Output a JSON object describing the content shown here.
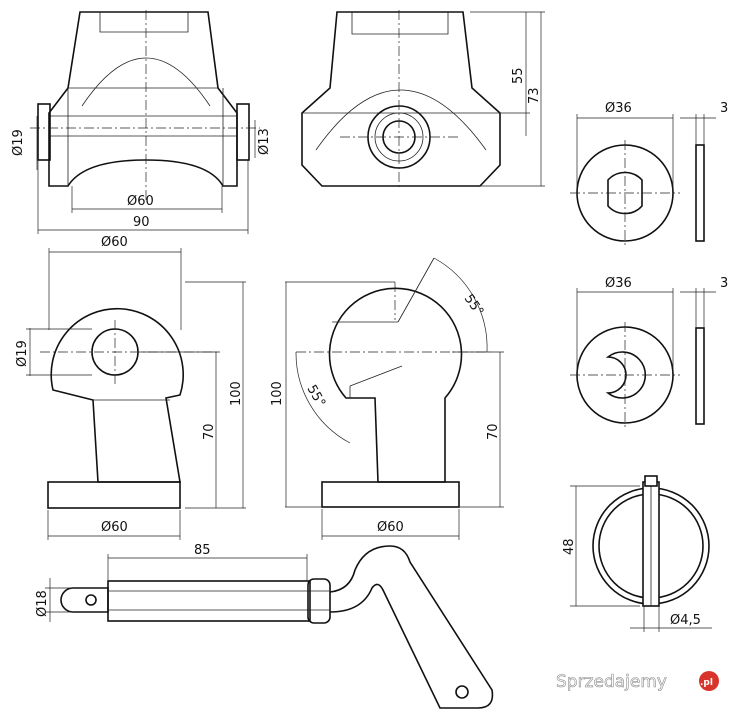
{
  "dimensions": {
    "d19_a": "Ø19",
    "d13": "Ø13",
    "d60_a": "Ø60",
    "w90": "90",
    "h55": "55",
    "h73": "73",
    "d36_a": "Ø36",
    "t3_a": "3",
    "d60_b": "Ø60",
    "d19_b": "Ø19",
    "h100_a": "100",
    "h70_a": "70",
    "d60_c": "Ø60",
    "ang55_a": "55°",
    "ang55_b": "55°",
    "h100_b": "100",
    "h70_b": "70",
    "d60_d": "Ø60",
    "d36_b": "Ø36",
    "t3_b": "3",
    "h48": "48",
    "d4_5": "Ø4,5",
    "l85": "85",
    "d18": "Ø18"
  },
  "watermark": {
    "text": "Sprzedajemy",
    "suffix": ".pl",
    "accent": "#d9342b"
  }
}
